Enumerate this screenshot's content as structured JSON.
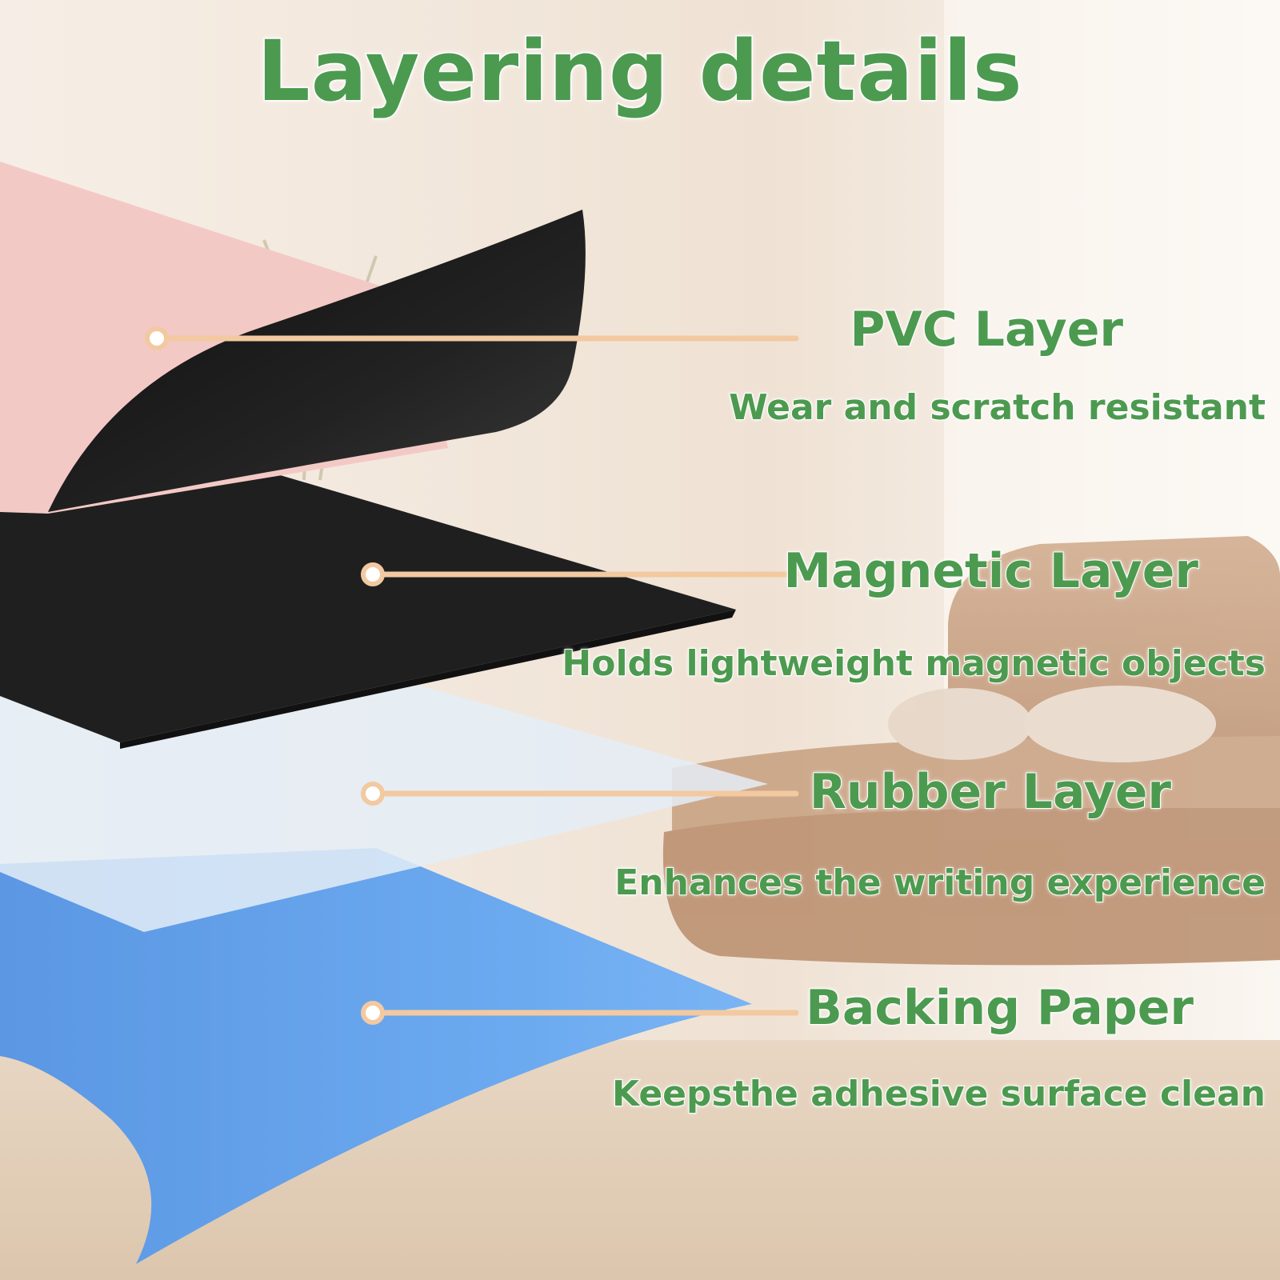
{
  "title": "Layering details",
  "colors": {
    "accent": "#4c9a4f",
    "pvc": "#f3c9c6",
    "magnetic": "#1e1e1e",
    "rubber": "#dfe8f4",
    "backing": "#6aa6ec",
    "leader": "#f2c9a0"
  },
  "layers": [
    {
      "name": "PVC Layer",
      "description": "Wear and scratch resistant"
    },
    {
      "name": "Magnetic Layer",
      "description": "Holds lightweight magnetic objects"
    },
    {
      "name": "Rubber Layer",
      "description": "Enhances the writing experience"
    },
    {
      "name": "Backing Paper",
      "description": "Keepsthe adhesive surface clean"
    }
  ]
}
